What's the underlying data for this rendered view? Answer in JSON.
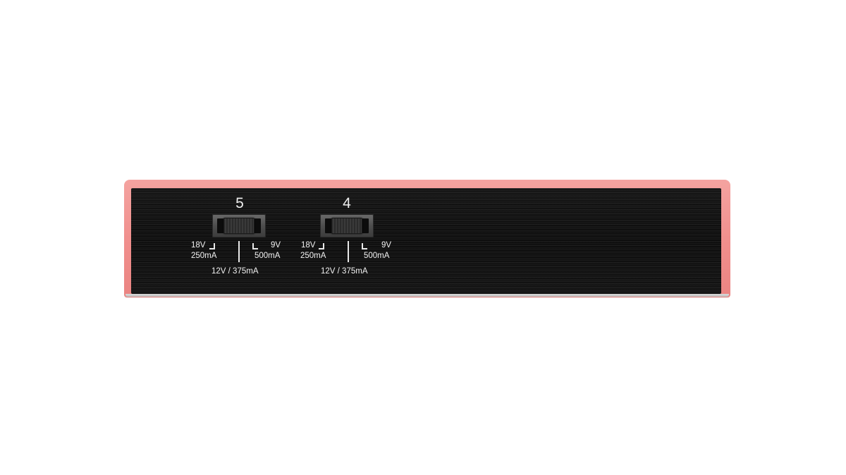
{
  "device": {
    "frame_color": "#f08e8c",
    "panel_color": "#111111"
  },
  "channels": [
    {
      "number": "5",
      "left_voltage": "18V",
      "left_current": "250mA",
      "right_voltage": "9V",
      "right_current": "500mA",
      "center_label": "12V / 375mA",
      "switch_position": "center"
    },
    {
      "number": "4",
      "left_voltage": "18V",
      "left_current": "250mA",
      "right_voltage": "9V",
      "right_current": "500mA",
      "center_label": "12V / 375mA",
      "switch_position": "center"
    }
  ]
}
